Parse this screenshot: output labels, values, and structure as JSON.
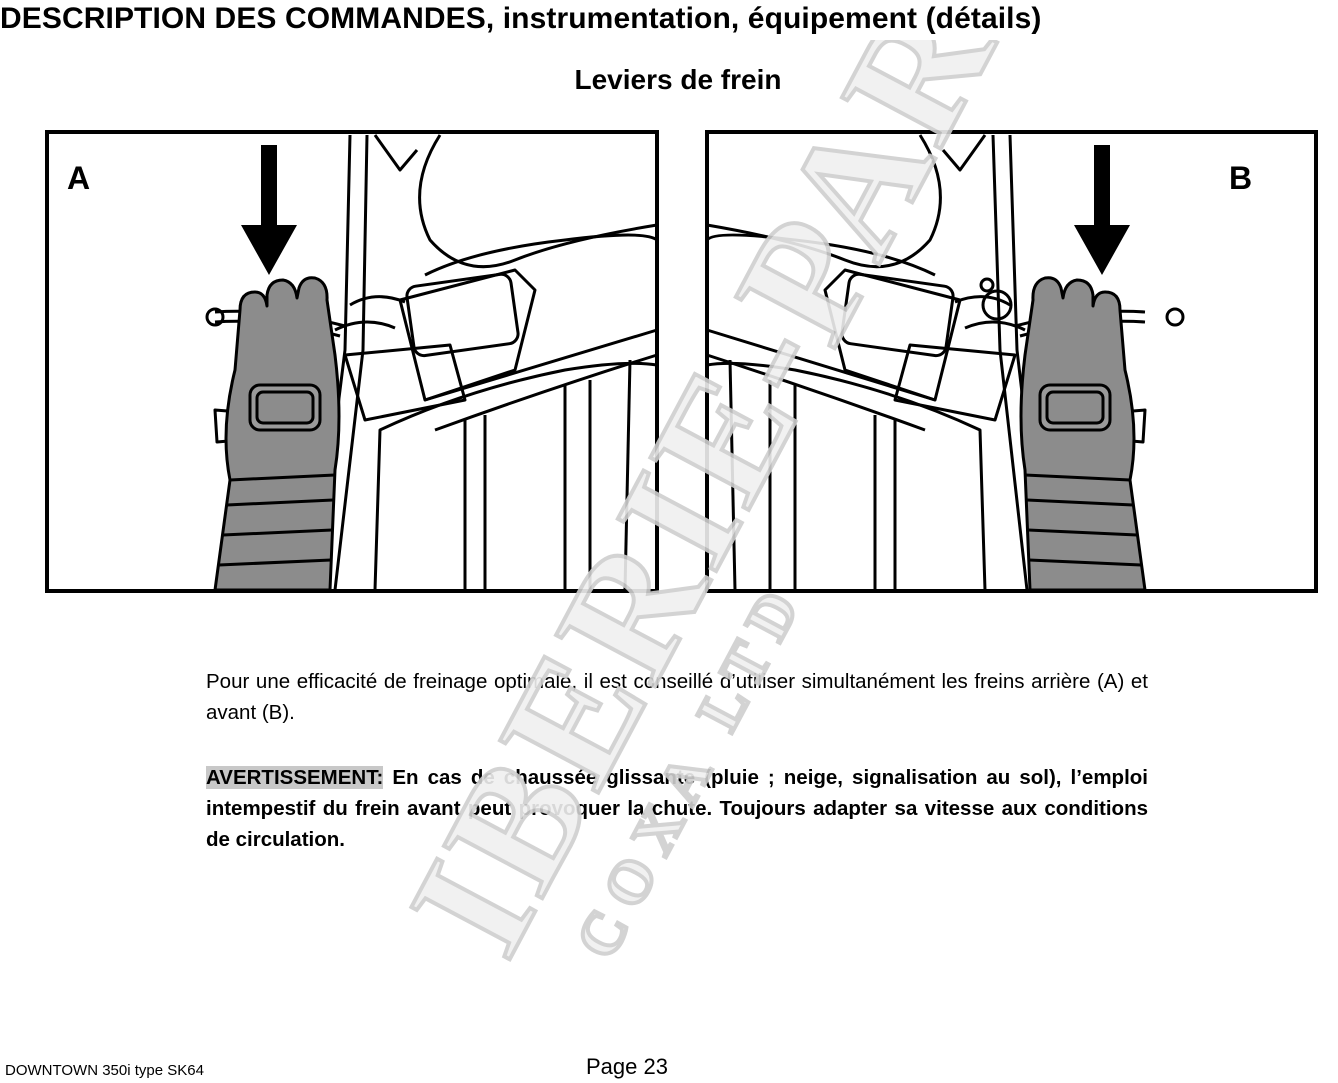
{
  "header": {
    "title": "DESCRIPTION DES COMMANDES, instrumentation, équipement (détails)",
    "section": "Leviers de frein"
  },
  "figures": {
    "left_label": "A",
    "right_label": "B",
    "left_icon": "brake-lever-rear-hand-illustration",
    "right_icon": "brake-lever-front-hand-illustration"
  },
  "body": {
    "intro": "Pour une efficacité de freinage optimale, il est conseillé d’utiliser simultanément les freins arrière (A) et avant (B).",
    "warning_label": "AVERTISSEMENT:",
    "warning_text": " En cas de chaussée glissante (pluie ; neige, signalisation au sol), l’emploi intempestif du frein avant peut provoquer la chute. Toujours adapter sa vitesse aux conditions de circulation."
  },
  "watermark": {
    "main": "IBERIE-PARTS",
    "sub": "COXA LTD"
  },
  "footer": {
    "model": "DOWNTOWN 350i type SK64",
    "page": "Page 23"
  },
  "colors": {
    "text": "#000000",
    "glove": "#8c8c8c",
    "warning_highlight": "#c8c8c8",
    "watermark": "#d9d9d9"
  }
}
